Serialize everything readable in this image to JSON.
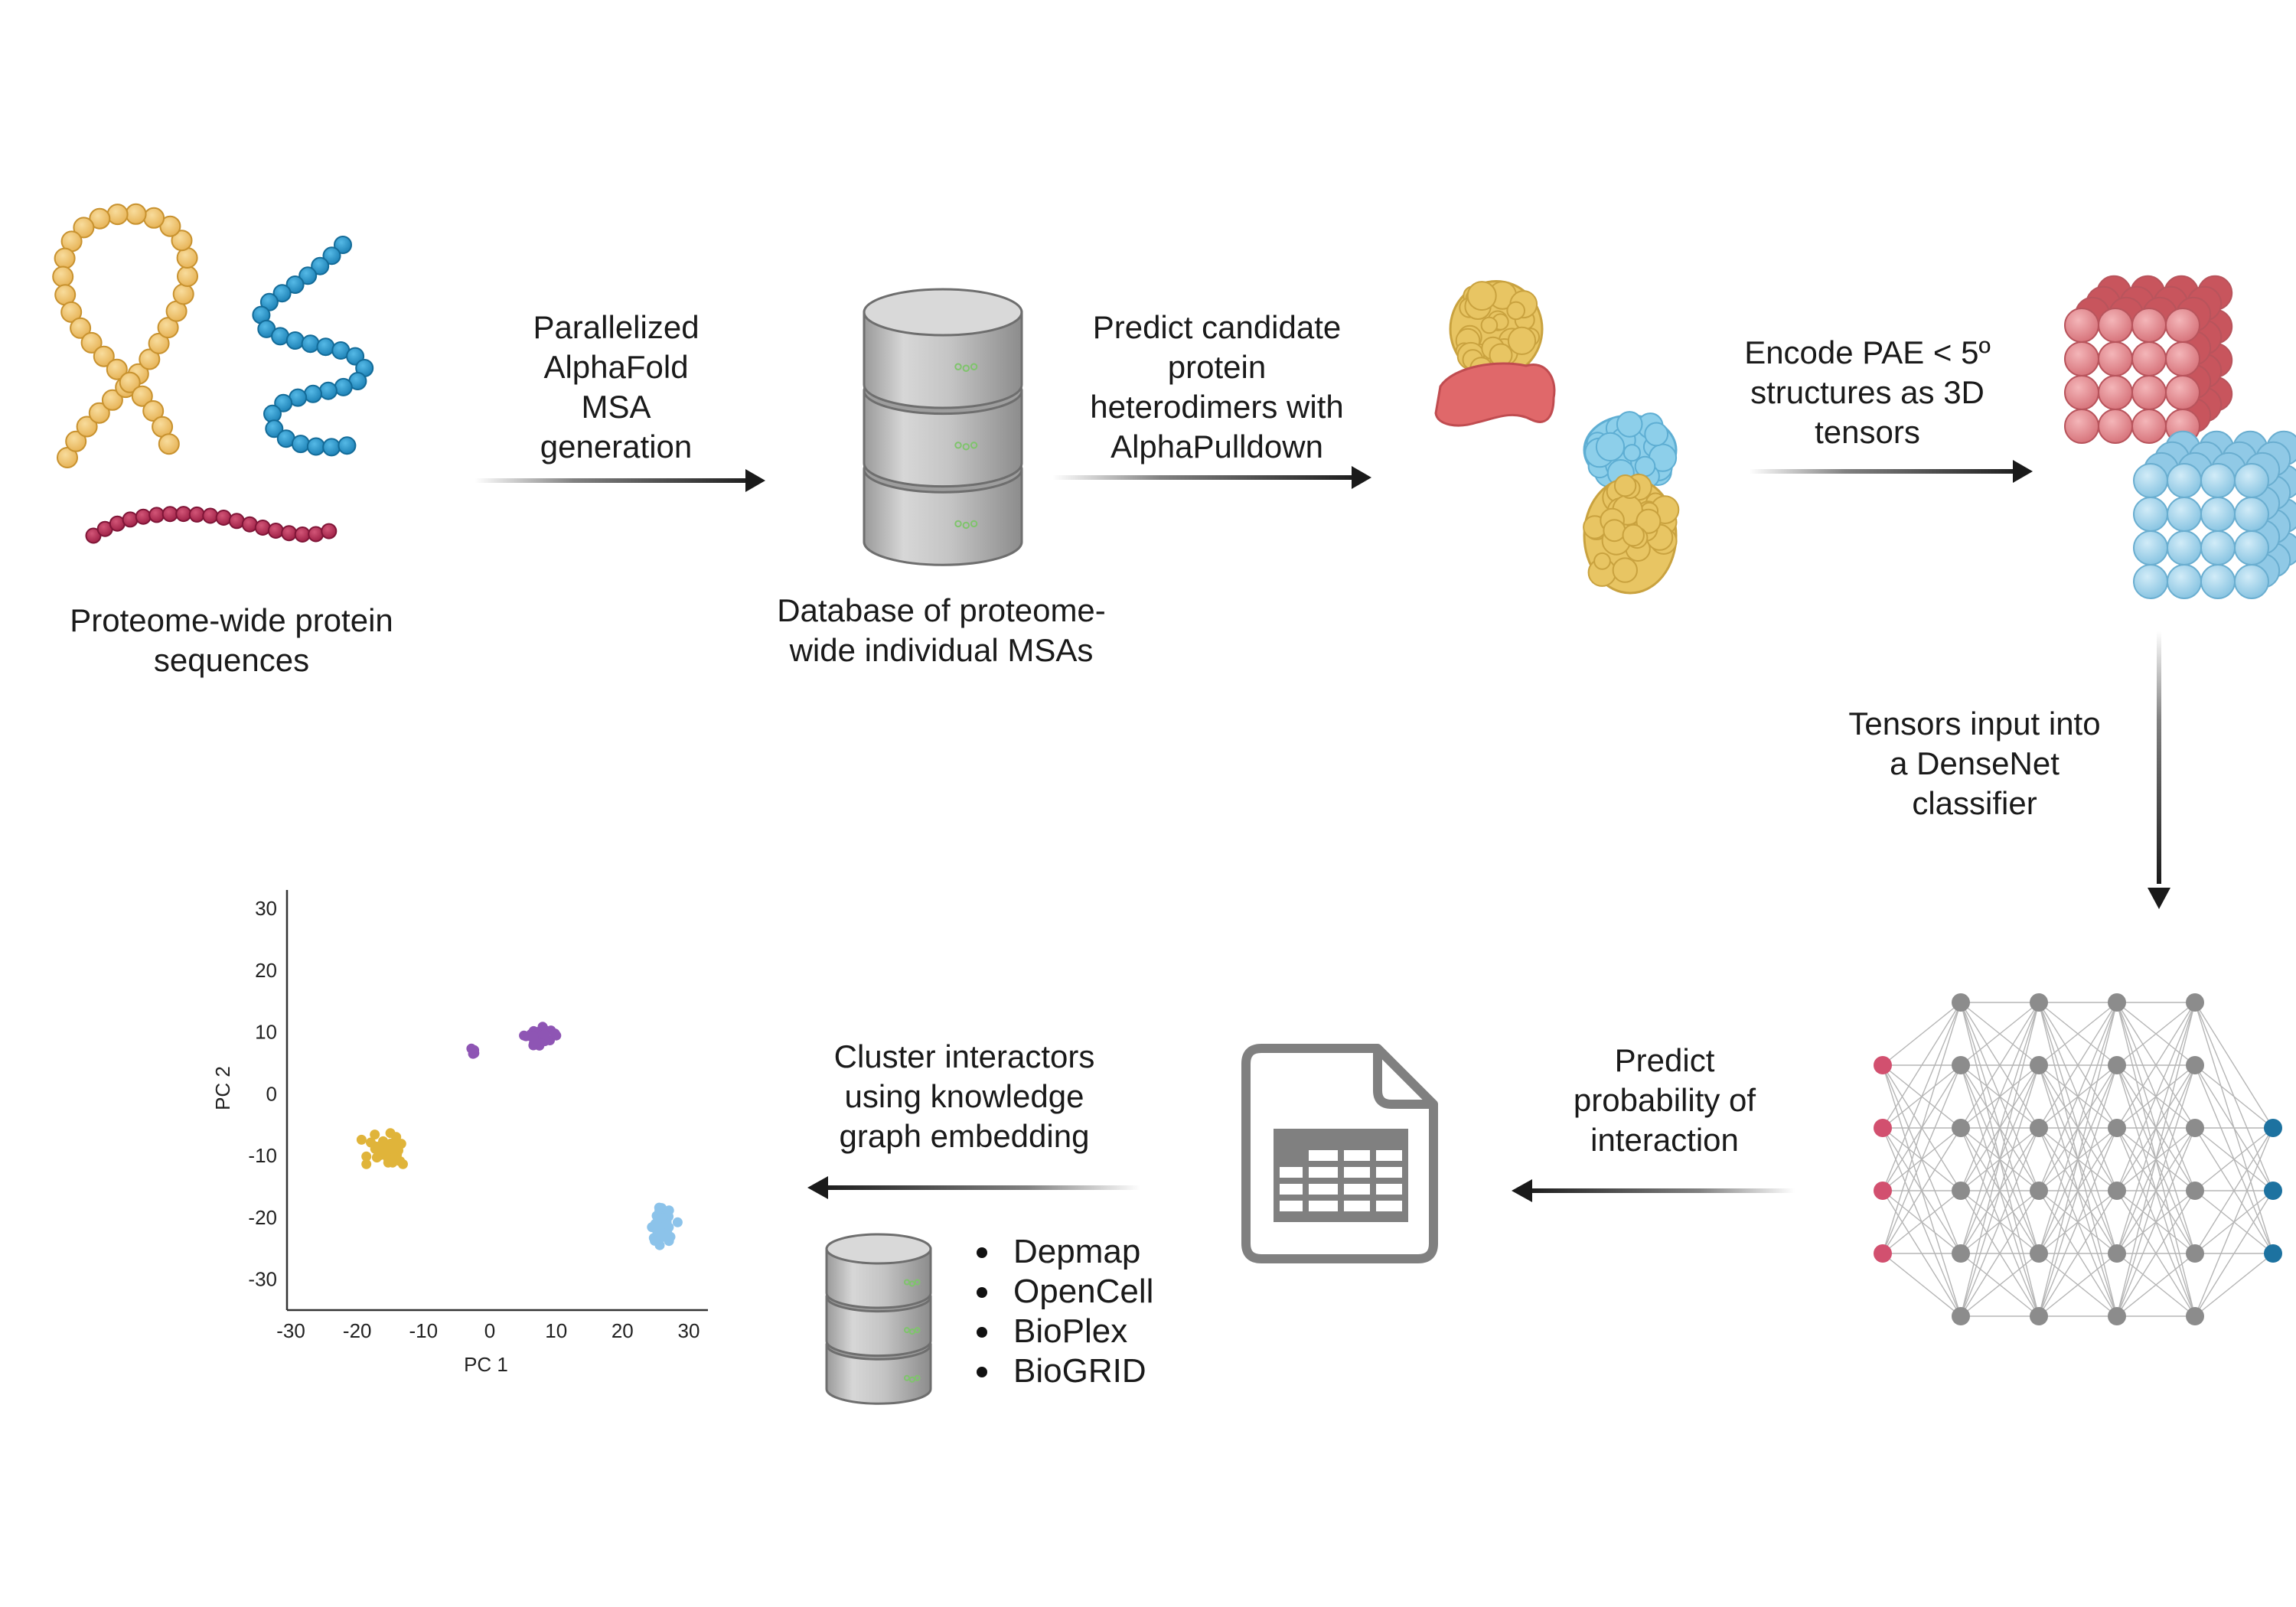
{
  "colors": {
    "yellow": "#e9c06a",
    "blue": "#2a95cc",
    "crimson": "#b23055",
    "pink": "#e07e84",
    "lightblue": "#86c6e4",
    "purple": "#8e55b4",
    "cluster_blue": "#8cc3ea",
    "input_node": "#d2506f",
    "hidden_node": "#8c8c8c",
    "output_node": "#1d72a0",
    "icon_gray": "#7f7f7f"
  },
  "labels": {
    "sequences": [
      "Proteome-wide protein",
      "sequences"
    ],
    "msa_generation": [
      "Parallelized",
      "AlphaFold",
      "MSA",
      "generation"
    ],
    "database": [
      "Database of proteome-",
      "wide individual MSAs"
    ],
    "predict_dimers": [
      "Predict candidate",
      "protein",
      "heterodimers with",
      "AlphaPulldown"
    ],
    "encode": [
      "Encode PAE < 5º",
      "structures as 3D",
      "tensors"
    ],
    "densenet": [
      "Tensors input into",
      "a DenseNet",
      "classifier"
    ],
    "predict_prob": [
      "Predict",
      "probability of",
      "interaction"
    ],
    "cluster": [
      "Cluster interactors",
      "using knowledge",
      "graph embedding"
    ]
  },
  "sources": [
    "Depmap",
    "OpenCell",
    "BioPlex",
    "BioGRID"
  ],
  "chart_data": {
    "type": "scatter",
    "xlabel": "PC 1",
    "ylabel": "PC 2",
    "xlim": [
      -30,
      30
    ],
    "ylim": [
      -35,
      33
    ],
    "xticks": [
      "-30",
      "-20",
      "-10",
      "0",
      "10",
      "20",
      "30"
    ],
    "yticks": [
      "30",
      "20",
      "10",
      "0",
      "-10",
      "-20",
      "-30"
    ],
    "clusters": [
      {
        "color": "#e0b43a",
        "center": [
          -15.5,
          -9
        ],
        "spread": [
          4.5,
          4.8
        ],
        "n": 62
      },
      {
        "color": "#8e55b4",
        "center": [
          7.5,
          9.5
        ],
        "spread": [
          3.6,
          2.6
        ],
        "n": 32
      },
      {
        "color": "#8e55b4",
        "center": [
          -2.6,
          7
        ],
        "spread": [
          0.6,
          0.8
        ],
        "n": 4
      },
      {
        "color": "#8cc3ea",
        "center": [
          26,
          -21
        ],
        "spread": [
          3.0,
          5.2
        ],
        "n": 52
      }
    ]
  }
}
